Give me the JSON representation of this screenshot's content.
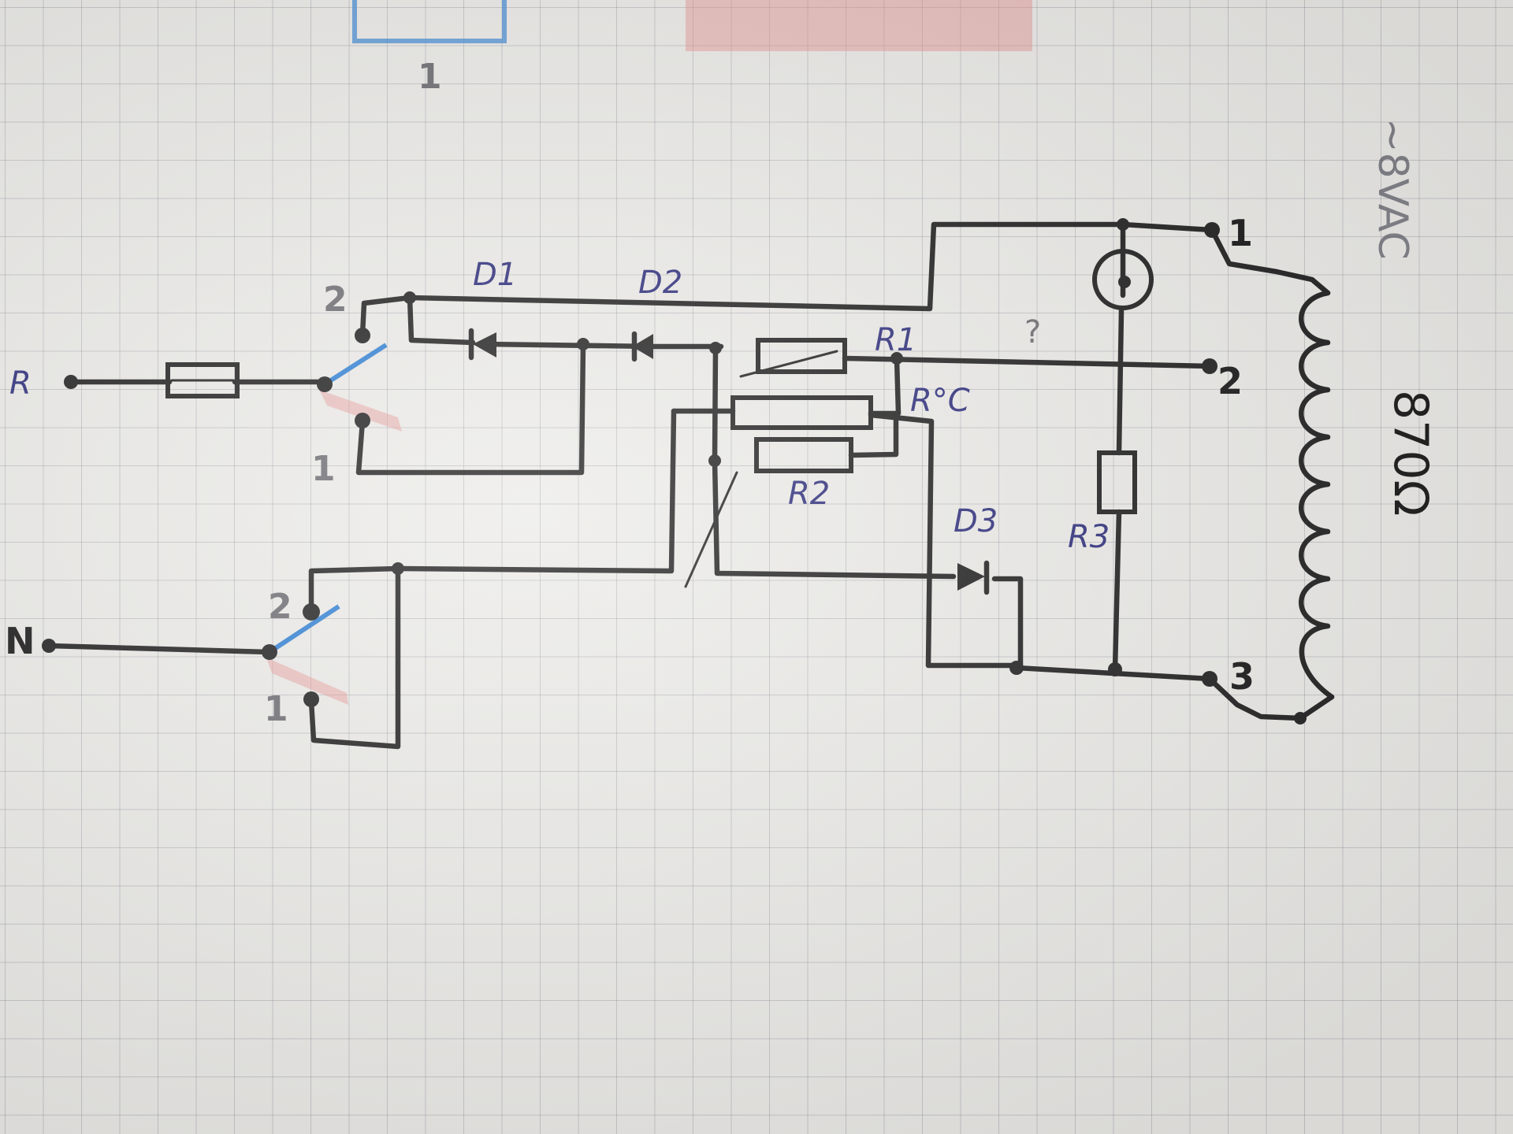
{
  "labels": {
    "input_r": "R",
    "input_n": "N",
    "sw_top_upper": "2",
    "sw_top_lower": "1",
    "sw_bot_upper": "2",
    "sw_bot_lower": "1",
    "d1": "D1",
    "d2": "D2",
    "d3": "D3",
    "r1": "R1",
    "r_temp": "R°C",
    "r2": "R2",
    "r3": "R3",
    "question": "?",
    "terminal_1": "1",
    "terminal_2": "2",
    "terminal_3": "3",
    "coil_resistance": "870Ω",
    "margin_note": "~8VAC",
    "top_sketch_number": "1"
  },
  "colors": {
    "ink": "#1c1c1c",
    "label_ink": "#2a2a7a",
    "switch_blue": "#2f7fd3",
    "switch_red": "#e78f8f",
    "paper": "#ecebe8"
  }
}
